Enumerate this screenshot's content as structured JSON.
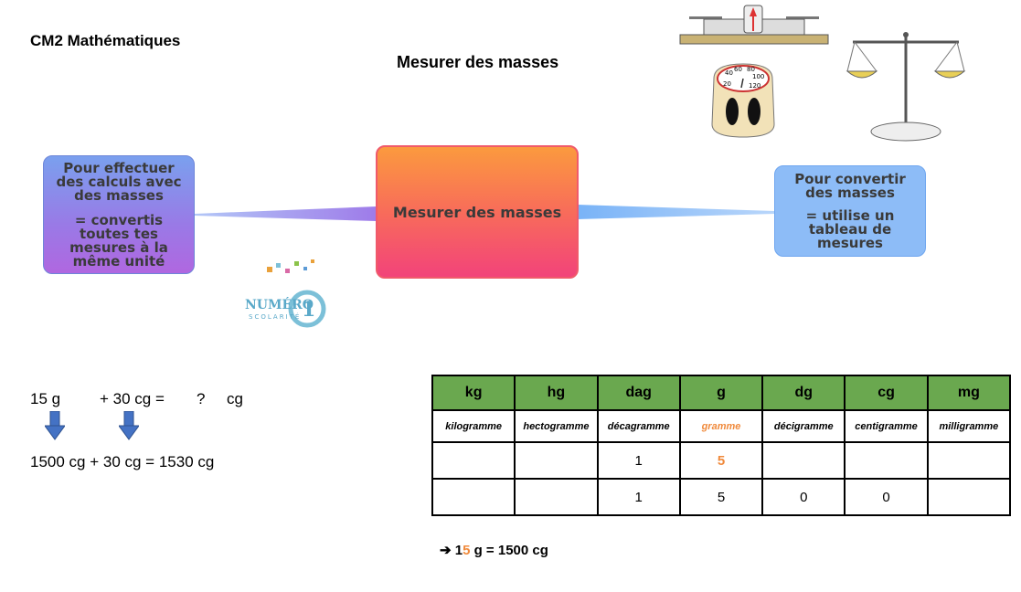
{
  "header": {
    "title": "CM2 Mathématiques"
  },
  "main_title": "Mesurer des masses",
  "mindmap": {
    "left": {
      "line1": "Pour effectuer des calculs avec des masses",
      "line2": "= convertis toutes tes mesures à la même unité"
    },
    "center": "Mesurer des masses",
    "right": {
      "line1": "Pour convertir des masses",
      "line2": "= utilise un tableau de mesures"
    }
  },
  "logo": {
    "text": "NUMÉRO",
    "sub": "SCOLARITÉ",
    "number": "1"
  },
  "scale": {
    "ticks": [
      "20",
      "40",
      "60",
      "80",
      "100",
      "120"
    ]
  },
  "equation": {
    "first": "15 g",
    "plus": "+ 30 cg =",
    "question": "?",
    "unit": "cg",
    "result": "1500 cg + 30 cg = 1530 cg"
  },
  "table": {
    "headers": [
      "kg",
      "hg",
      "dag",
      "g",
      "dg",
      "cg",
      "mg"
    ],
    "names": [
      "kilogramme",
      "hectogramme",
      "décagramme",
      "gramme",
      "décigramme",
      "centigramme",
      "milligramme"
    ],
    "row1": [
      "",
      "",
      "1",
      "5",
      "",
      "",
      ""
    ],
    "row2": [
      "",
      "",
      "1",
      "5",
      "0",
      "0",
      ""
    ]
  },
  "conclusion": {
    "arrow": "➔",
    "digit1": "1",
    "digit2": "5",
    "rest": " g = 1500 cg"
  },
  "colors": {
    "accent": "#f08a3c",
    "header_green": "#6aa84f",
    "arrow_blue": "#4472c4"
  }
}
